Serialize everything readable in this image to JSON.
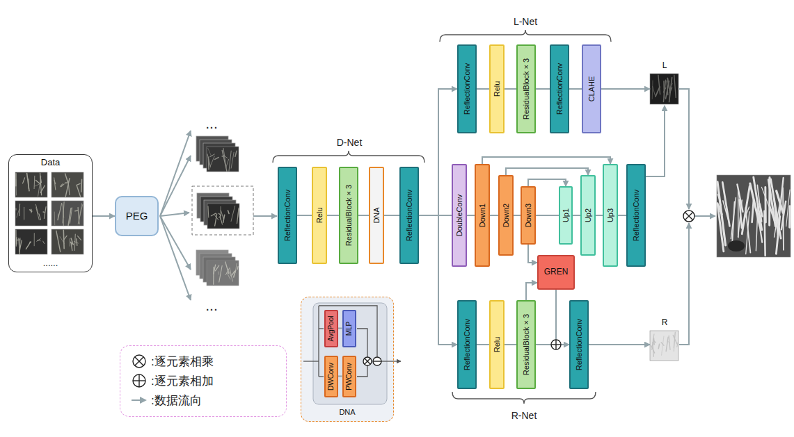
{
  "diagram": {
    "nodes": [
      {
        "text": [
          "Data",
          "......"
        ]
      },
      {
        "text": [
          "PEG"
        ]
      },
      {
        "text": [
          "ReflectionConv"
        ]
      },
      {
        "text": [
          "Relu"
        ]
      },
      {
        "text": [
          "ResidualBlock × 3"
        ]
      },
      {
        "text": [
          "DNA"
        ]
      },
      {
        "text": [
          "ReflectionConv"
        ]
      },
      {
        "text": [
          "ReflectionConv"
        ]
      },
      {
        "text": [
          "Relu"
        ]
      },
      {
        "text": [
          "ResidualBlock × 3"
        ]
      },
      {
        "text": [
          "ReflectionConv"
        ]
      },
      {
        "text": [
          "CLAHE"
        ]
      },
      {
        "text": [
          "L"
        ]
      },
      {
        "text": [
          "DoubleConv"
        ]
      },
      {
        "text": [
          "Down1"
        ]
      },
      {
        "text": [
          "Down2"
        ]
      },
      {
        "text": [
          "Down3"
        ]
      },
      {
        "text": [
          "Up1"
        ]
      },
      {
        "text": [
          "Up2"
        ]
      },
      {
        "text": [
          "Up3"
        ]
      },
      {
        "text": [
          "ReflectionConv"
        ]
      },
      {
        "text": [
          "GREN"
        ]
      },
      {
        "text": [
          "ReflectionConv"
        ]
      },
      {
        "text": [
          "Relu"
        ]
      },
      {
        "text": [
          "ResidualBlock × 3"
        ]
      },
      {
        "text": [
          "ReflectionConv"
        ]
      },
      {
        "text": [
          "R"
        ]
      },
      {
        "text": [
          "DNA"
        ]
      },
      {
        "text": [
          "AvgPool"
        ],
        "in": 27
      },
      {
        "text": [
          "MLP"
        ],
        "in": 27
      },
      {
        "text": [
          "DWConv"
        ],
        "in": 27
      },
      {
        "text": [
          "PWConv"
        ],
        "in": 27
      }
    ],
    "edges": [
      {
        "from": 0,
        "to": 1,
        "arrow": "to"
      },
      {
        "from": 2,
        "to": 3,
        "arrow": "none"
      },
      {
        "from": 3,
        "to": 4,
        "arrow": "none"
      },
      {
        "from": 4,
        "to": 5,
        "arrow": "none"
      },
      {
        "from": 5,
        "to": 6,
        "arrow": "none"
      },
      {
        "from": 6,
        "to": 7,
        "arrow": "to"
      },
      {
        "from": 6,
        "to": 13,
        "arrow": "none"
      },
      {
        "from": 6,
        "to": 22,
        "arrow": "to"
      },
      {
        "from": 7,
        "to": 8,
        "arrow": "none"
      },
      {
        "from": 8,
        "to": 9,
        "arrow": "none"
      },
      {
        "from": 9,
        "to": 10,
        "arrow": "none"
      },
      {
        "from": 10,
        "to": 11,
        "arrow": "none"
      },
      {
        "from": 11,
        "to": 12,
        "arrow": "to"
      },
      {
        "from": 13,
        "to": 14,
        "arrow": "none"
      },
      {
        "from": 14,
        "to": 15,
        "arrow": "none"
      },
      {
        "from": 15,
        "to": 16,
        "arrow": "none"
      },
      {
        "from": 16,
        "to": 17,
        "arrow": "none"
      },
      {
        "from": 17,
        "to": 18,
        "arrow": "none"
      },
      {
        "from": 18,
        "to": 19,
        "arrow": "none"
      },
      {
        "from": 19,
        "to": 20,
        "arrow": "none"
      },
      {
        "from": 14,
        "to": 19,
        "arrow": "to"
      },
      {
        "from": 15,
        "to": 18,
        "arrow": "to"
      },
      {
        "from": 16,
        "to": 17,
        "arrow": "to"
      },
      {
        "from": 16,
        "to": 21,
        "arrow": "to"
      },
      {
        "from": 24,
        "to": 21,
        "arrow": "to"
      },
      {
        "from": 21,
        "to": 25,
        "arrow": "to"
      },
      {
        "from": 20,
        "to": 12,
        "arrow": "to"
      },
      {
        "from": 22,
        "to": 23,
        "arrow": "none"
      },
      {
        "from": 23,
        "to": 24,
        "arrow": "none"
      },
      {
        "from": 24,
        "to": 25,
        "arrow": "none"
      },
      {
        "from": 25,
        "to": 26,
        "arrow": "to"
      },
      {
        "from": 28,
        "to": 29,
        "arrow": "none"
      },
      {
        "from": 30,
        "to": 31,
        "arrow": "none"
      }
    ],
    "labels": [
      "L-Net",
      "D-Net",
      "...",
      "...",
      "R-Net"
    ],
    "legend": [
      {
        "text": ":逐元素相乘"
      },
      {
        "text": ":逐元素相加"
      },
      {
        "text": ":数据流向"
      }
    ]
  }
}
